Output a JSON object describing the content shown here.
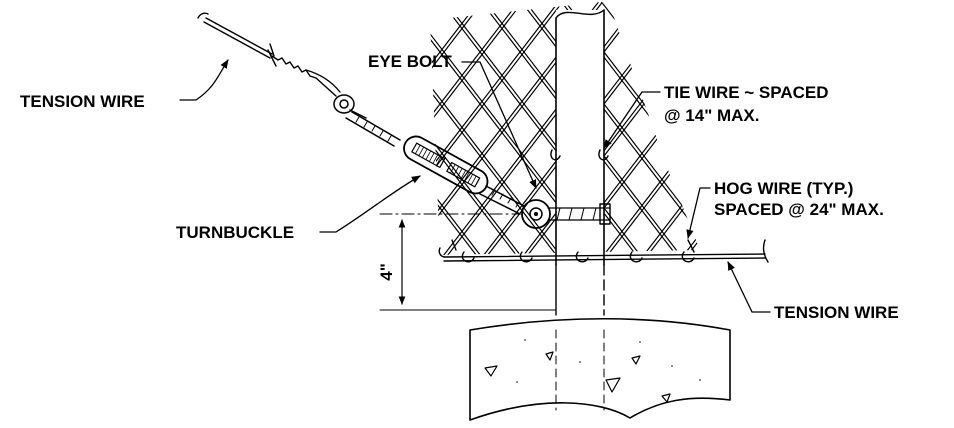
{
  "labels": {
    "tension_wire_top": "TENSION WIRE",
    "eye_bolt": "EYE BOLT",
    "tie_wire_line1": "TIE WIRE ~ SPACED",
    "tie_wire_line2": "@ 14\" MAX.",
    "hog_wire_line1": "HOG WIRE (TYP.)",
    "hog_wire_line2": "SPACED @ 24\" MAX.",
    "turnbuckle": "TURNBUCKLE",
    "dimension": "4\"",
    "tension_wire_bottom": "TENSION WIRE"
  }
}
